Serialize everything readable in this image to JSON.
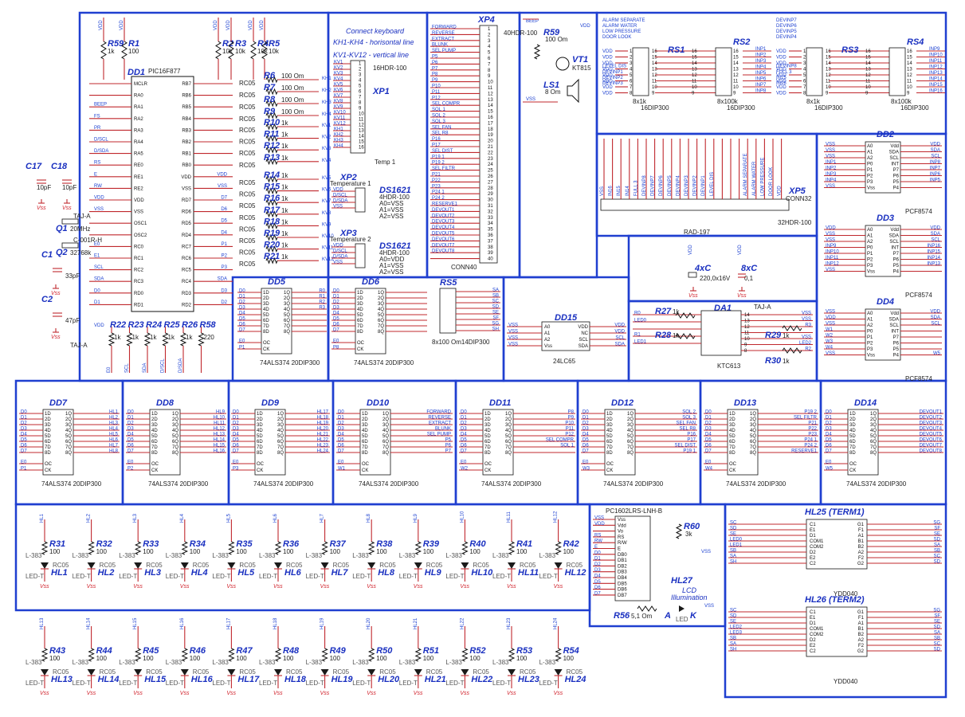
{
  "mcu": {
    "ref": "DD1",
    "part": "PIC16F877",
    "pkg": "RC05",
    "left_pins": [
      "MCLR",
      "RA0",
      "RA1",
      "RA2",
      "RA3",
      "RA4",
      "RA5",
      "RE0",
      "RE1",
      "RE2",
      "VDD",
      "VSS",
      "OSC1",
      "OSC2",
      "RC0",
      "RC1",
      "RC2",
      "RC3",
      "RD0",
      "RD1"
    ],
    "right_pins": [
      "RB7",
      "RB6",
      "RB5",
      "RB4",
      "RB3",
      "RB2",
      "RB1",
      "RB0",
      "VDD",
      "VSS",
      "RD7",
      "RD6",
      "RD5",
      "RD4",
      "RC7",
      "RC6",
      "RC5",
      "RC4",
      "RD3",
      "RD2"
    ],
    "left_nets": [
      "",
      "",
      "BEEP",
      "FS",
      "PR",
      "D/SCL",
      "D/SDA",
      "RS",
      "E",
      "RW",
      "VDD",
      "VSS",
      "",
      "",
      "E0",
      "E1",
      "SCL",
      "SDA",
      "D0",
      "D1"
    ],
    "right_nets": [
      "",
      "",
      "",
      "",
      "",
      "",
      "",
      "",
      "VDD",
      "VSS",
      "D7",
      "D6",
      "D5",
      "D4",
      "P1",
      "P2",
      "P3",
      "SDA",
      "D3",
      "D2"
    ]
  },
  "resistors_top": [
    {
      "ref": "R59",
      "value": "1k"
    },
    {
      "ref": "R1",
      "value": "100"
    },
    {
      "ref": "R2",
      "value": "10k"
    },
    {
      "ref": "R3",
      "value": "10k"
    },
    {
      "ref": "R4",
      "value": "10k"
    },
    {
      "ref": "R5",
      "value": "10k"
    }
  ],
  "key_resistors": [
    {
      "ref": "R6",
      "value": "100 Om",
      "net": "KH1"
    },
    {
      "ref": "R7",
      "value": "100 Om",
      "net": "KH2"
    },
    {
      "ref": "R8",
      "value": "100 Om",
      "net": "KH3"
    },
    {
      "ref": "R9",
      "value": "100 Om",
      "net": "KH4"
    },
    {
      "ref": "R10",
      "value": "1k",
      "net": "KV1"
    },
    {
      "ref": "R11",
      "value": "1k",
      "net": "KV2"
    },
    {
      "ref": "R12",
      "value": "1k",
      "net": "KV3"
    },
    {
      "ref": "R13",
      "value": "1k",
      "net": "KV4"
    },
    {
      "ref": "R14",
      "value": "1k",
      "net": "KV5"
    },
    {
      "ref": "R15",
      "value": "1k",
      "net": "KV6"
    },
    {
      "ref": "R16",
      "value": "1k",
      "net": "KV7"
    },
    {
      "ref": "R17",
      "value": "1k",
      "net": "KV8"
    },
    {
      "ref": "R18",
      "value": "1k",
      "net": "KV9"
    },
    {
      "ref": "R19",
      "value": "1k",
      "net": "KV10"
    },
    {
      "ref": "R20",
      "value": "1k",
      "net": "KV11"
    },
    {
      "ref": "R21",
      "value": "1k",
      "net": "KV12"
    }
  ],
  "caps": [
    {
      "ref": "C17",
      "value": "10pF"
    },
    {
      "ref": "C18",
      "value": "10pF"
    },
    {
      "ref": "C1",
      "value": "33pF"
    },
    {
      "ref": "C2",
      "value": "47pF"
    }
  ],
  "crystals": [
    {
      "ref": "Q1",
      "value": "20MHz",
      "pkg": "TAJ-A"
    },
    {
      "ref": "Q2",
      "value": "32768k",
      "pkg": "C-001R-H"
    }
  ],
  "bottom_left_res": [
    {
      "ref": "R22",
      "value": "1k",
      "net": "E0"
    },
    {
      "ref": "R23",
      "value": "1k",
      "net": "SCL"
    },
    {
      "ref": "R24",
      "value": "1k",
      "net": "SDA"
    },
    {
      "ref": "R25",
      "value": "1k",
      "net": "D/SCL"
    },
    {
      "ref": "R26",
      "value": "1k",
      "net": "D/SDA"
    },
    {
      "ref": "R58",
      "value": "220",
      "net": ""
    }
  ],
  "keyboard": {
    "note1": "Connect keyboard",
    "note2": "KH1-KH4 - horisontal line",
    "note3": "KV1-KV12 - vertical line",
    "ref": "XP1",
    "pkg": "16HDR-100",
    "label": "Temp 1",
    "pins": [
      "KV1",
      "KV2",
      "KV3",
      "KV4",
      "KV5",
      "KV6",
      "KV7",
      "KV8",
      "KV9",
      "KV10",
      "KV11",
      "KV12",
      "KH1",
      "KH2",
      "KH3",
      "KH4"
    ]
  },
  "temp": [
    {
      "ref": "XP2",
      "title": "Temperature 1",
      "chip": "DS1621",
      "pkg": "4HDR-100",
      "a": [
        "A0=VSS",
        "A1=VSS",
        "A2=VSS"
      ]
    },
    {
      "ref": "XP3",
      "title": "Temperature 2",
      "chip": "DS1621",
      "pkg": "4HDR-100",
      "a": [
        "A0=VDD",
        "A1=VSS",
        "A2=VSS"
      ]
    }
  ],
  "temp_pins": [
    "VDD",
    "D/SCL",
    "D/SDA",
    "VSS"
  ],
  "xp4": {
    "ref": "XP4",
    "pkg": "CONN40",
    "hdr": "40HDR-100",
    "nets": [
      "FORWARD",
      "REVERSE",
      "EXTRACT",
      "BLUNK",
      "SEL PUMP",
      "P5",
      "P6",
      "P7",
      "P8",
      "P9",
      "P10",
      "P11",
      "P12",
      "SEL COMPR",
      "SOL 1",
      "SOL 2",
      "SOL 3",
      "SEL FAN",
      "SEL R8",
      "P16",
      "P17",
      "SEL DIST",
      "P19 1",
      "P19 2",
      "SEL FILTR",
      "P21",
      "P22",
      "P23",
      "P24 1",
      "P24 2",
      "RESERVE1",
      "DEVOUT1",
      "DEVOUT2",
      "DEVOUT3",
      "DEVOUT4",
      "DEVOUT5",
      "DEVOUT6",
      "DEVOUT7",
      "DEVOUT8",
      ""
    ]
  },
  "buzzer": {
    "beep": "BEEP",
    "r_ref": "R59",
    "r_val": "100 Om",
    "q_ref": "VT1",
    "q_val": "KT815",
    "ls_ref": "LS1",
    "ls_val": "8 Om",
    "vdd": "VDD",
    "vss": "VSS"
  },
  "rs1": {
    "ref": "RS1",
    "value": "8x1k",
    "pkg": "16DIP300",
    "nets": [
      "ALARM SEPARATE",
      "ALARM WATER",
      "LOW PRESSURE",
      "DOOR LOOK",
      "",
      "",
      "",
      "",
      "LEVEL DIS",
      "DEVINP1",
      "DEVINP2",
      "DEVINP3"
    ]
  },
  "rs2": {
    "ref": "RS2",
    "value": "8x100k",
    "pkg": "16DIP300",
    "outs": [
      "INP1",
      "INP2",
      "INP3",
      "INP4",
      "INP5",
      "INP6",
      "INP7",
      "INP8"
    ]
  },
  "rs3": {
    "ref": "RS3",
    "value": "8x1k",
    "pkg": "16DIP300",
    "nets": [
      "DEVINP7",
      "DEVINP6",
      "DEVINP5",
      "DEVINP4",
      "",
      "",
      "",
      "",
      "DEVINP8",
      "FULL 3",
      "IN15",
      "IN16"
    ]
  },
  "rs4": {
    "ref": "RS4",
    "value": "8x100k",
    "pkg": "16DIP300",
    "outs": [
      "INP9",
      "INP10",
      "INP11",
      "INP12",
      "INP13",
      "INP14",
      "INP15",
      "INP16"
    ]
  },
  "xp5": {
    "ref": "XP5",
    "pkg": "CONN32",
    "hdr": "32HDR-100",
    "nets": [
      "VSS",
      "IN16",
      "IN15",
      "IN14",
      "FULL 3",
      "DEVINP8",
      "DEVINP7",
      "DEVINP6",
      "DEVINP5",
      "DEVINP4",
      "DEVINP3",
      "DEVINP2",
      "DEVINP1",
      "LEVEL DIS",
      "",
      "",
      "",
      "ALARM SEPARATE",
      "ALARM WATER",
      "LOW PRESSURE",
      "DOOR LOOK",
      "VDD"
    ]
  },
  "pcf": [
    {
      "ref": "DD2",
      "part": "PCF8574",
      "ins": [
        "VSS",
        "VSS",
        "VSS",
        "INP1",
        "INP2",
        "INP3",
        "INP4",
        "VSS"
      ],
      "outs": [
        "VDD",
        "SDA",
        "SCL",
        "INP8",
        "INP7",
        "INP6",
        "INP5",
        ""
      ]
    },
    {
      "ref": "DD3",
      "part": "PCF8574",
      "ins": [
        "VDD",
        "VSS",
        "VSS",
        "INP9",
        "INP10",
        "INP11",
        "INP12",
        "VSS"
      ],
      "outs": [
        "VDD",
        "SDA",
        "SCL",
        "INP16",
        "INP15",
        "INP14",
        "INP13",
        ""
      ]
    },
    {
      "ref": "DD4",
      "part": "PCF8574",
      "ins": [
        "VSS",
        "VDD",
        "VSS",
        "W1",
        "W2",
        "W3",
        "W4",
        "VSS"
      ],
      "outs": [
        "VDD",
        "SDA",
        "SCL",
        "",
        "",
        "",
        "",
        "W5"
      ]
    }
  ],
  "pcf_lpins": [
    "A0",
    "A1",
    "A2",
    "P0",
    "P1",
    "P2",
    "P3",
    "Vss"
  ],
  "pcf_rpins": [
    "Vdd",
    "SDA",
    "SCL",
    "INT",
    "P7",
    "P6",
    "P5",
    "P4"
  ],
  "power": {
    "label": "RAD-197",
    "c1_ref": "4xC",
    "c1_val": "220,0x16V",
    "c2_ref": "8xC",
    "c2_val": "0,1",
    "vdd": "VDD",
    "vss": "VSS"
  },
  "dd15": {
    "ref": "DD15",
    "part": "24LC65",
    "lpins": [
      "A0",
      "A1",
      "A2",
      "Vss"
    ],
    "rpins": [
      "VDD",
      "NC",
      "SCL",
      "SDA"
    ],
    "lnets": [
      "VSS",
      "VSS",
      "VSS",
      "VSS"
    ],
    "rnets": [
      "VDD",
      "VDD",
      "SCL",
      "SDA"
    ]
  },
  "da1": {
    "ref": "DA1",
    "part": "KTC613",
    "pkg": "TAJ-A",
    "r27": "R27",
    "r27v": "1k",
    "r28": "R28",
    "r28v": "1k",
    "r29": "R29",
    "r29v": "1k",
    "r30": "R30",
    "r30v": "1k",
    "lnets": [
      "R0",
      "LED0",
      "",
      "R1",
      "LED1"
    ],
    "rnets": [
      "VSS",
      "VSS",
      "R3",
      "",
      "VSS",
      "LED2",
      "R2"
    ]
  },
  "latches_top": [
    {
      "ref": "DD5",
      "outs": [
        "R0",
        "R1",
        "R2",
        "R3",
        "",
        "",
        "",
        ""
      ],
      "e": "E0",
      "p": "P1"
    },
    {
      "ref": "DD6",
      "outs": [
        "",
        "",
        "",
        "",
        "",
        "",
        "",
        ""
      ],
      "e": "E0",
      "p": "P8"
    }
  ],
  "rs5": {
    "ref": "RS5",
    "value": "8x100 Om",
    "pkg": "14DIP300",
    "outs": [
      "SA",
      "SB",
      "SC",
      "SD",
      "SE",
      "SF",
      "SG",
      "SH"
    ]
  },
  "latch_pins_l": [
    "1D",
    "2D",
    "3D",
    "4D",
    "5D",
    "6D",
    "7D",
    "8D"
  ],
  "latch_pins_r": [
    "1Q",
    "2Q",
    "3Q",
    "4Q",
    "5Q",
    "6Q",
    "7Q",
    "8Q"
  ],
  "latch_inputs": [
    "D0",
    "D1",
    "D2",
    "D3",
    "D4",
    "D5",
    "D6",
    "D7"
  ],
  "latch_pkg": "74ALS374  20DIP300",
  "latches": [
    {
      "ref": "DD7",
      "outs": [
        "HL1",
        "HL2",
        "HL3",
        "HL4",
        "HL5",
        "HL6",
        "HL7",
        "HL8"
      ],
      "e": "E0",
      "p": "P1"
    },
    {
      "ref": "DD8",
      "outs": [
        "HL9",
        "HL10",
        "HL11",
        "HL12",
        "HL13",
        "HL14",
        "HL15",
        "HL16"
      ],
      "e": "E0",
      "p": "P2"
    },
    {
      "ref": "DD9",
      "outs": [
        "HL17",
        "HL18",
        "HL19",
        "HL20",
        "HL21",
        "HL22",
        "HL23",
        "HL24"
      ],
      "e": "E0",
      "p": "P3"
    },
    {
      "ref": "DD10",
      "outs": [
        "FORWARD",
        "REVERSE",
        "EXTRACT",
        "BLUNK",
        "SEL PUMP",
        "P5",
        "P6",
        "P7"
      ],
      "e": "E0",
      "p": "W1"
    },
    {
      "ref": "DD11",
      "outs": [
        "P8",
        "P9",
        "P10",
        "P11",
        "P12",
        "SEL COMPR",
        "SOL 1",
        ""
      ],
      "e": "E0",
      "p": "W2"
    },
    {
      "ref": "DD12",
      "outs": [
        "SOL 2",
        "SOL 3",
        "SEL FAN",
        "SEL R8",
        "P16",
        "P17",
        "SEL DIST",
        "P19 1"
      ],
      "e": "E0",
      "p": "W3"
    },
    {
      "ref": "DD13",
      "outs": [
        "P19 2",
        "SEL FILTR",
        "P21",
        "P22",
        "P23",
        "P24 1",
        "P24 2",
        "RESERVE1"
      ],
      "e": "E0",
      "p": "W4"
    },
    {
      "ref": "DD14",
      "outs": [
        "DEVOUT1",
        "DEVOUT2",
        "DEVOUT3",
        "DEVOUT4",
        "DEVOUT5",
        "DEVOUT6",
        "DEVOUT7",
        "DEVOUT8"
      ],
      "e": "E0",
      "p": "W5"
    }
  ],
  "leds_row1": [
    {
      "r": "R31",
      "hl": "HL1",
      "net": "HL1"
    },
    {
      "r": "R32",
      "hl": "HL2",
      "net": "HL2"
    },
    {
      "r": "R33",
      "hl": "HL3",
      "net": "HL3"
    },
    {
      "r": "R34",
      "hl": "HL4",
      "net": "HL4"
    },
    {
      "r": "R35",
      "hl": "HL5",
      "net": "HL5"
    },
    {
      "r": "R36",
      "hl": "HL6",
      "net": "HL6"
    },
    {
      "r": "R37",
      "hl": "HL7",
      "net": "HL7"
    },
    {
      "r": "R38",
      "hl": "HL8",
      "net": "HL8"
    },
    {
      "r": "R39",
      "hl": "HL9",
      "net": "HL9"
    },
    {
      "r": "R40",
      "hl": "HL10",
      "net": "HL10"
    },
    {
      "r": "R41",
      "hl": "HL11",
      "net": "HL11"
    },
    {
      "r": "R42",
      "hl": "HL12",
      "net": "HL12"
    }
  ],
  "leds_row2": [
    {
      "r": "R43",
      "hl": "HL13",
      "net": "HL13"
    },
    {
      "r": "R44",
      "hl": "HL14",
      "net": "HL14"
    },
    {
      "r": "R45",
      "hl": "HL15",
      "net": "HL15"
    },
    {
      "r": "R46",
      "hl": "HL16",
      "net": "HL16"
    },
    {
      "r": "R47",
      "hl": "HL17",
      "net": "HL17"
    },
    {
      "r": "R48",
      "hl": "HL18",
      "net": "HL18"
    },
    {
      "r": "R49",
      "hl": "HL19",
      "net": "HL19"
    },
    {
      "r": "R50",
      "hl": "HL20",
      "net": "HL20"
    },
    {
      "r": "R51",
      "hl": "HL21",
      "net": "HL21"
    },
    {
      "r": "R52",
      "hl": "HL22",
      "net": "HL22"
    },
    {
      "r": "R53",
      "hl": "HL23",
      "net": "HL23"
    },
    {
      "r": "R54",
      "hl": "HL24",
      "net": "HL24"
    }
  ],
  "led_res_value": "100",
  "led_pkg": "L-383",
  "led_pkg2": "RC05",
  "led_type": "LED-T",
  "vss_label": "Vss",
  "lcd": {
    "part": "PC1602LRS-LNH-B",
    "pins": [
      "Vss",
      "Vdd",
      "Vo",
      "RS",
      "R/W",
      "E",
      "DB0",
      "DB1",
      "DB2",
      "DB3",
      "DB4",
      "DB5",
      "DB6",
      "DB7"
    ],
    "nets": [
      "VSS",
      "VDD",
      "",
      "RS",
      "RW",
      "E",
      "D0",
      "D1",
      "D2",
      "D3",
      "D4",
      "D5",
      "D6",
      "D7"
    ],
    "r60": "R60",
    "r60v": "3k",
    "r56": "R56",
    "r56v": "5,1 Om",
    "hl27": "HL27",
    "illum1": "LCD",
    "illum2": "Illumination",
    "a": "A",
    "k": "K",
    "led": "LED",
    "vss": "VSS"
  },
  "term": [
    {
      "title": "HL25 (TERM1)",
      "part": "YDD040",
      "lnets": [
        "SC",
        "SD",
        "SE",
        "LED0",
        "LED1",
        "SB",
        "SA",
        "SH"
      ],
      "rnets": [
        "SG",
        "SF",
        "SE",
        "SD",
        "SA",
        "SB",
        "SC",
        "SD"
      ]
    },
    {
      "title": "HL26 (TERM2)",
      "part": "YDD040",
      "lnets": [
        "SC",
        "SD",
        "SE",
        "LED2",
        "LED3",
        "SB",
        "SA",
        "SH"
      ],
      "rnets": [
        "SG",
        "SF",
        "SE",
        "SD",
        "SA",
        "SB",
        "SC",
        "SD"
      ]
    }
  ],
  "term_lpins": [
    "C1",
    "E1",
    "D1",
    "COM1",
    "COM2",
    "D2",
    "E2",
    "C2"
  ],
  "term_rpins": [
    "G1",
    "F1",
    "A1",
    "B1",
    "B2",
    "A2",
    "F2",
    "G2"
  ]
}
